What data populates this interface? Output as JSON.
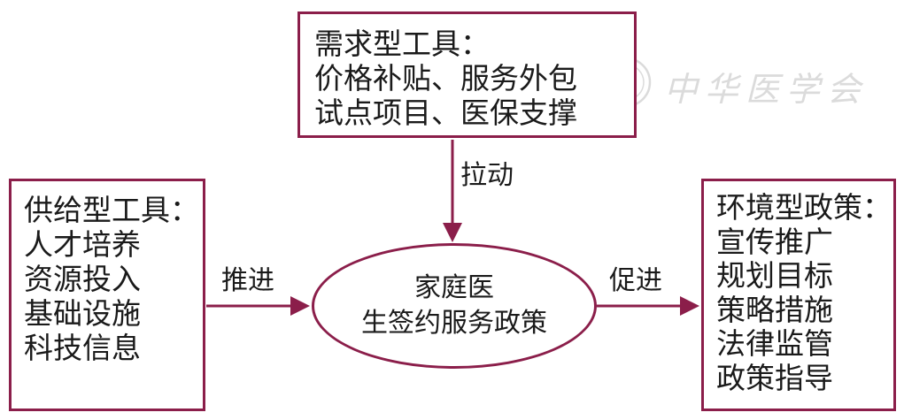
{
  "colors": {
    "accent": "#8b1e4a",
    "text": "#1a1a1a",
    "watermark": "#999999"
  },
  "nodes": {
    "demand": {
      "title": "需求型工具：",
      "lines": [
        "价格补贴、服务外包",
        "试点项目、医保支撑"
      ]
    },
    "supply": {
      "title": "供给型工具：",
      "lines": [
        "人才培养",
        "资源投入",
        "基础设施",
        "科技信息"
      ]
    },
    "environment": {
      "title": "环境型政策：",
      "lines": [
        "宣传推广",
        "规划目标",
        "策略措施",
        "法律监管",
        "政策指导"
      ]
    },
    "center": {
      "lines": [
        "家庭医",
        "生签约服务政策"
      ]
    }
  },
  "edges": {
    "pull": "拉动",
    "push": "推进",
    "promote": "促进"
  },
  "watermark": {
    "text": "中华医学会",
    "icon": "seal-emblem-icon"
  }
}
